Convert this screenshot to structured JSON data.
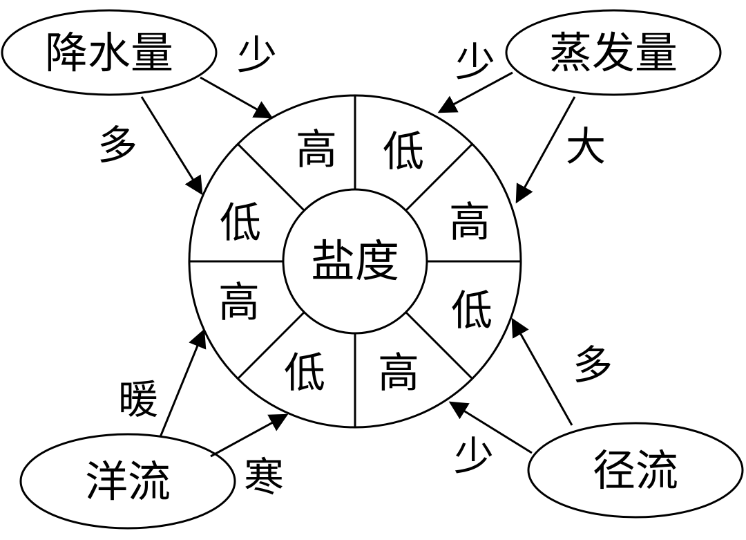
{
  "center": {
    "label": "盐度"
  },
  "sectors": [
    "高",
    "低",
    "高",
    "低",
    "高",
    "低",
    "高",
    "低"
  ],
  "factors": {
    "precipitation": {
      "label": "降水量",
      "arrow_low": "少",
      "arrow_high": "多"
    },
    "evaporation": {
      "label": "蒸发量",
      "arrow_low": "少",
      "arrow_high": "大"
    },
    "current": {
      "label": "洋流",
      "arrow_warm": "暖",
      "arrow_cold": "寒"
    },
    "runoff": {
      "label": "径流",
      "arrow_more": "多",
      "arrow_less": "少"
    }
  },
  "colors": {
    "line": "#000000",
    "background": "#ffffff"
  }
}
